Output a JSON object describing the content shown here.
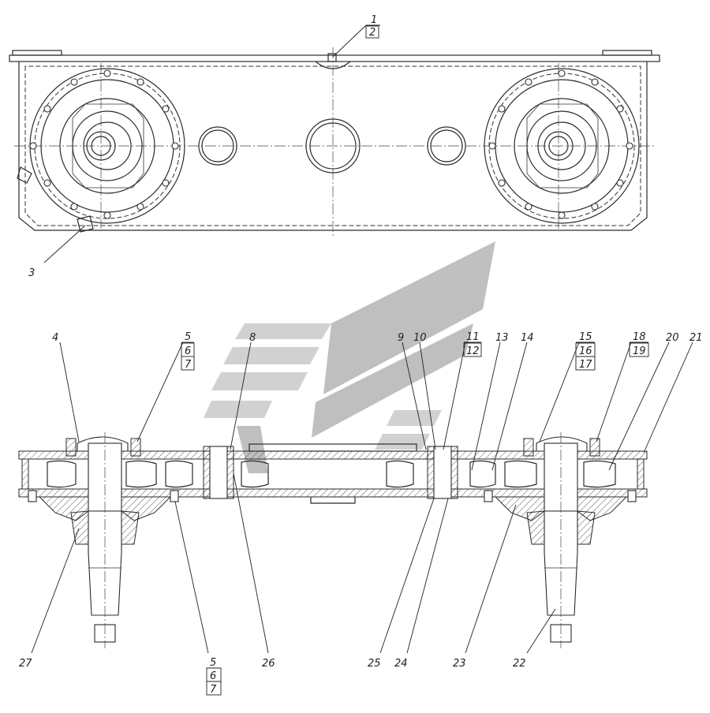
{
  "drawing": {
    "callouts": {
      "c1": "1",
      "c2": "2",
      "c3": "3",
      "c4": "4",
      "c5a": "5",
      "c6a": "6",
      "c7a": "7",
      "c8": "8",
      "c9": "9",
      "c10": "10",
      "c11": "11",
      "c12": "12",
      "c13": "13",
      "c14": "14",
      "c15": "15",
      "c16": "16",
      "c17": "17",
      "c18": "18",
      "c19": "19",
      "c20": "20",
      "c21": "21",
      "c22": "22",
      "c23": "23",
      "c24": "24",
      "c25": "25",
      "c26": "26",
      "c27": "27",
      "c5b": "5",
      "c6b": "6",
      "c7b": "7"
    }
  }
}
